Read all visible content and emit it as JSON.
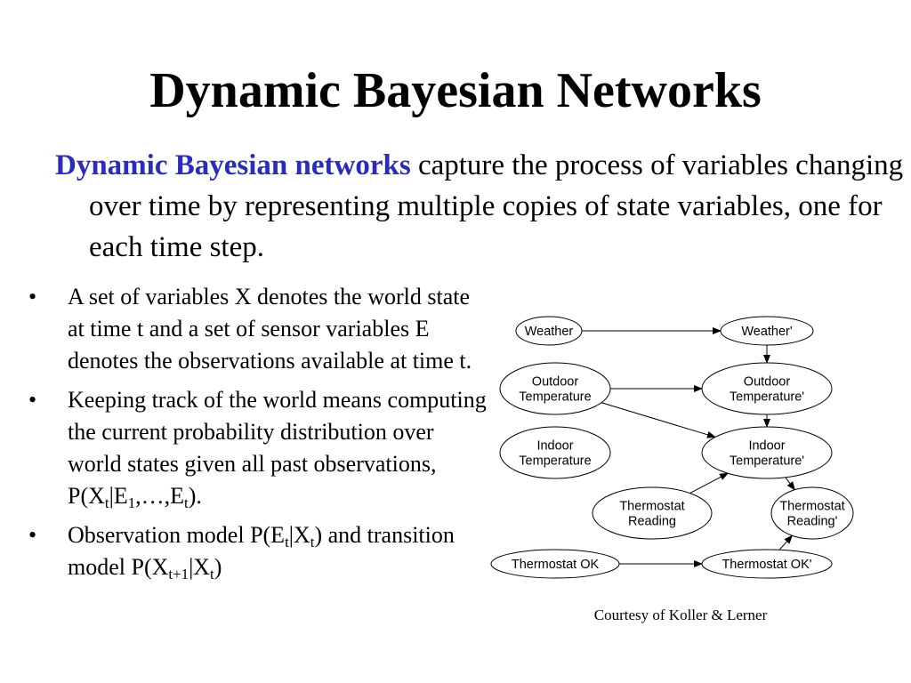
{
  "slide": {
    "title": "Dynamic Bayesian Networks",
    "intro_term": "Dynamic Bayesian networks",
    "intro_rest": " capture the process of variables changing over time by representing multiple copies of state variables, one for each time step."
  },
  "bullets": [
    {
      "text": "A set of variables X denotes the world state at time t and a set of sensor variables E denotes the observations available at time t."
    },
    {
      "text_a": "Keeping track of the world means computing the current probability distribution over world states given all past observations, P(X",
      "sub1": "t",
      "text_b": "|E",
      "sub2": "1",
      "text_c": ",…,E",
      "sub3": "t",
      "text_d": ")."
    },
    {
      "text_a": "Observation model P(E",
      "sub1": "t",
      "text_b": "|X",
      "sub2": "t",
      "text_c": ") and transition model P(X",
      "sub3": "t+1",
      "text_d": "|X",
      "sub4": "t",
      "text_e": ")"
    }
  ],
  "diagram": {
    "nodes": [
      {
        "id": "weather",
        "lines": [
          "Weather"
        ]
      },
      {
        "id": "weather_next",
        "lines": [
          "Weather'"
        ]
      },
      {
        "id": "outdoor",
        "lines": [
          "Outdoor",
          "Temperature"
        ]
      },
      {
        "id": "outdoor_next",
        "lines": [
          "Outdoor",
          "Temperature'"
        ]
      },
      {
        "id": "indoor",
        "lines": [
          "Indoor",
          "Temperature"
        ]
      },
      {
        "id": "indoor_next",
        "lines": [
          "Indoor",
          "Temperature'"
        ]
      },
      {
        "id": "reading",
        "lines": [
          "Thermostat",
          "Reading"
        ]
      },
      {
        "id": "reading_next",
        "lines": [
          "Thermostat",
          "Reading'"
        ]
      },
      {
        "id": "ok",
        "lines": [
          "Thermostat OK"
        ]
      },
      {
        "id": "ok_next",
        "lines": [
          "Thermostat OK'"
        ]
      }
    ],
    "edges": [
      [
        "weather",
        "weather_next"
      ],
      [
        "weather_next",
        "outdoor_next"
      ],
      [
        "outdoor",
        "outdoor_next"
      ],
      [
        "outdoor",
        "indoor_next"
      ],
      [
        "outdoor_next",
        "indoor_next"
      ],
      [
        "reading",
        "indoor_next"
      ],
      [
        "indoor_next",
        "reading_next"
      ],
      [
        "ok",
        "ok_next"
      ],
      [
        "ok_next",
        "reading_next"
      ]
    ]
  },
  "credit": "Courtesy of Koller & Lerner"
}
